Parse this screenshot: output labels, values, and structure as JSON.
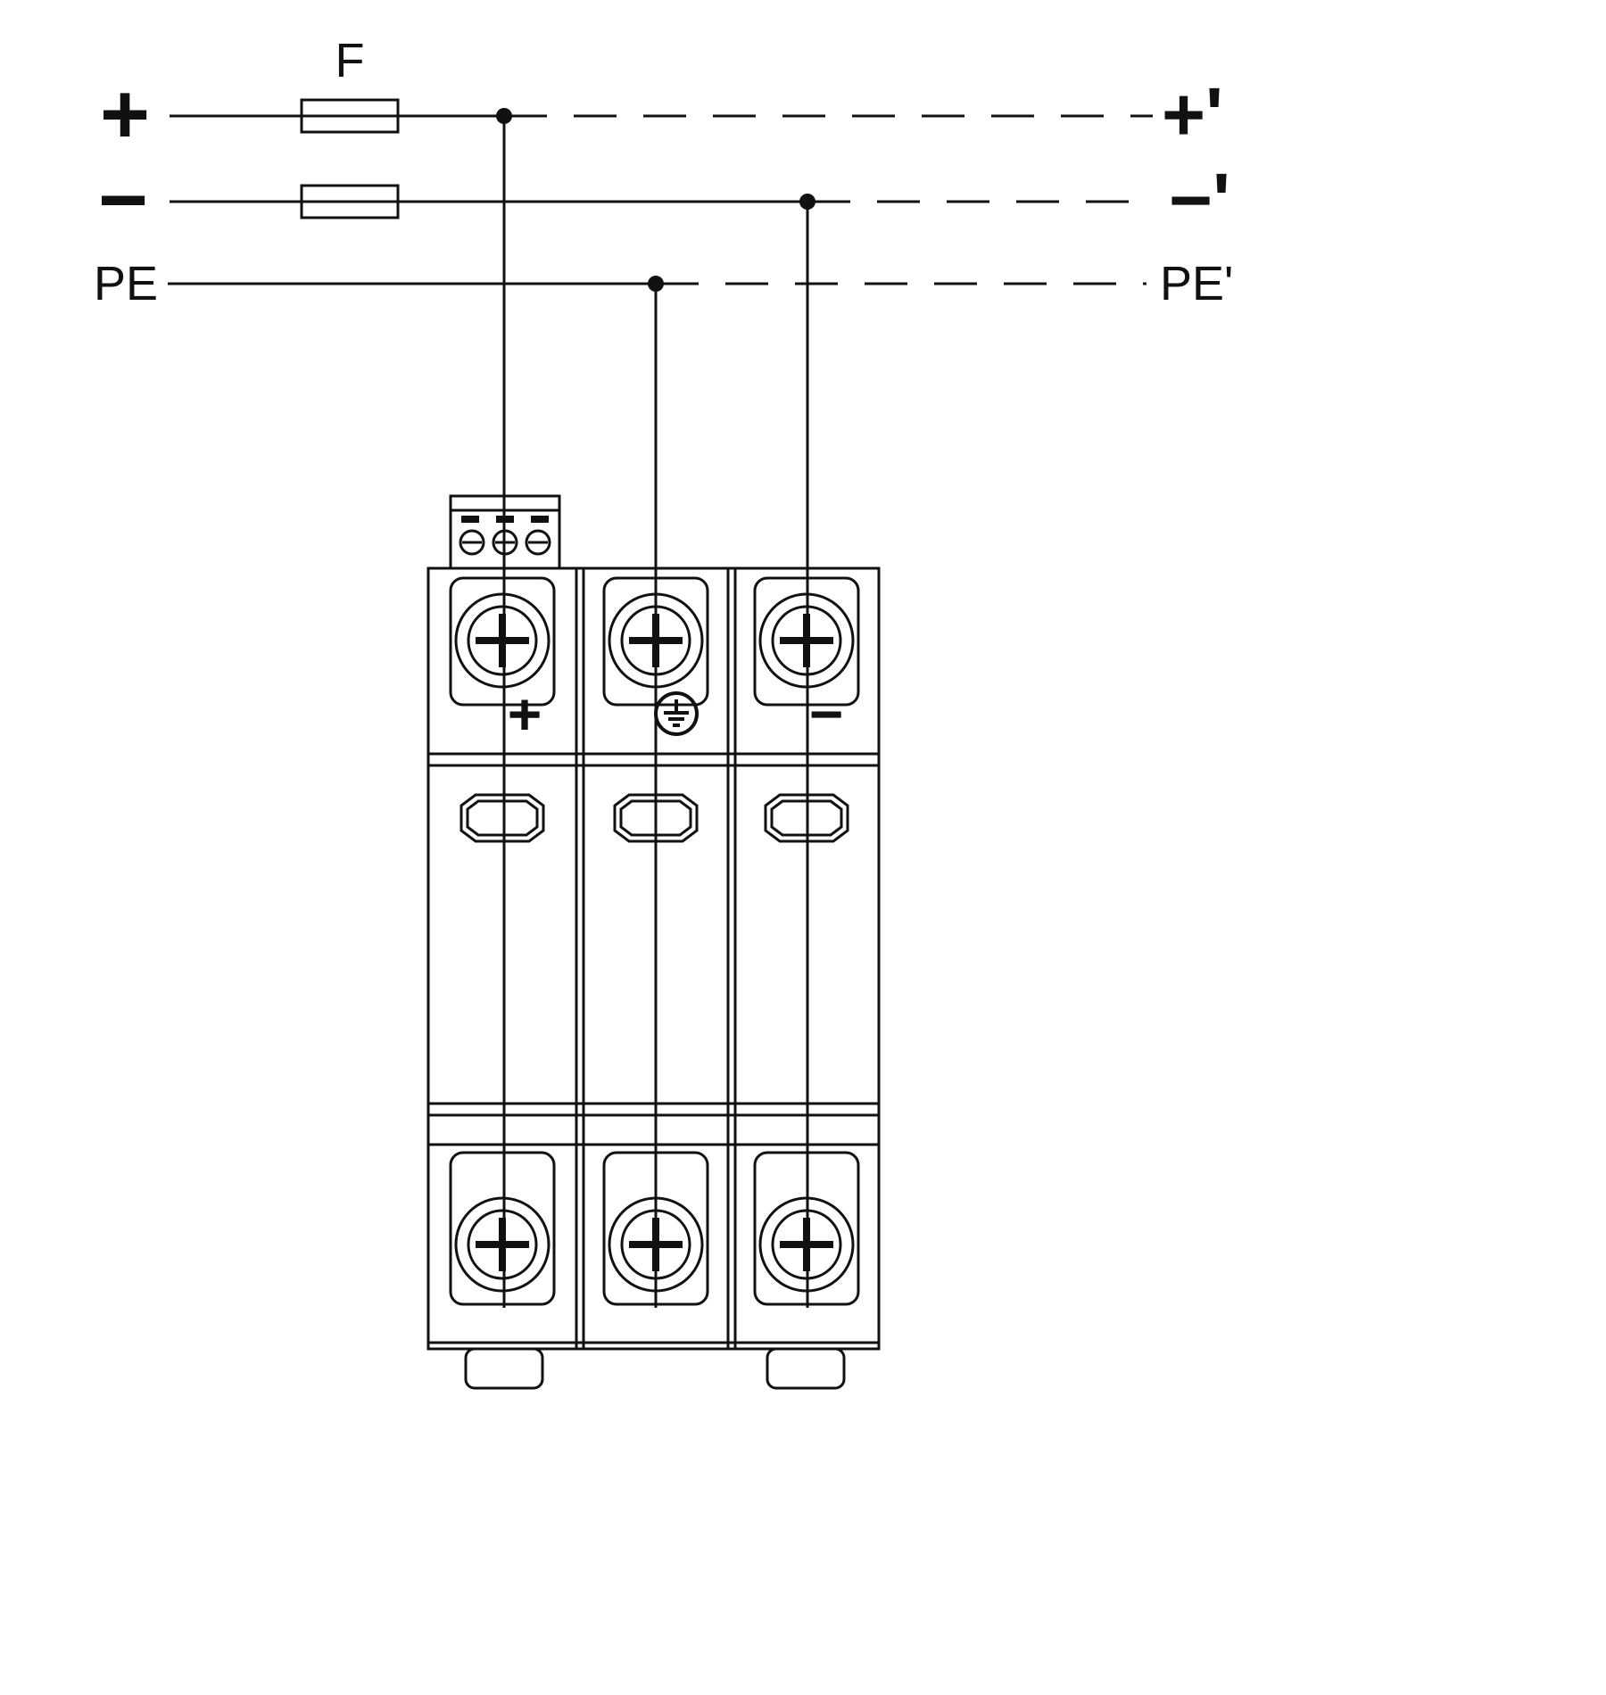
{
  "diagram": {
    "type": "wiring-diagram-surge-protective-device",
    "fuse_label": "F",
    "input_labels": {
      "plus": "+",
      "minus": "−",
      "pe": "PE"
    },
    "output_labels": {
      "plus": "+'",
      "minus": "−'",
      "pe": "PE'"
    },
    "device_labels": {
      "plus": "+",
      "minus": "−",
      "earth_icon": "earth-ground-icon"
    },
    "colors": {
      "line": "#111111",
      "background": "#ffffff"
    }
  }
}
